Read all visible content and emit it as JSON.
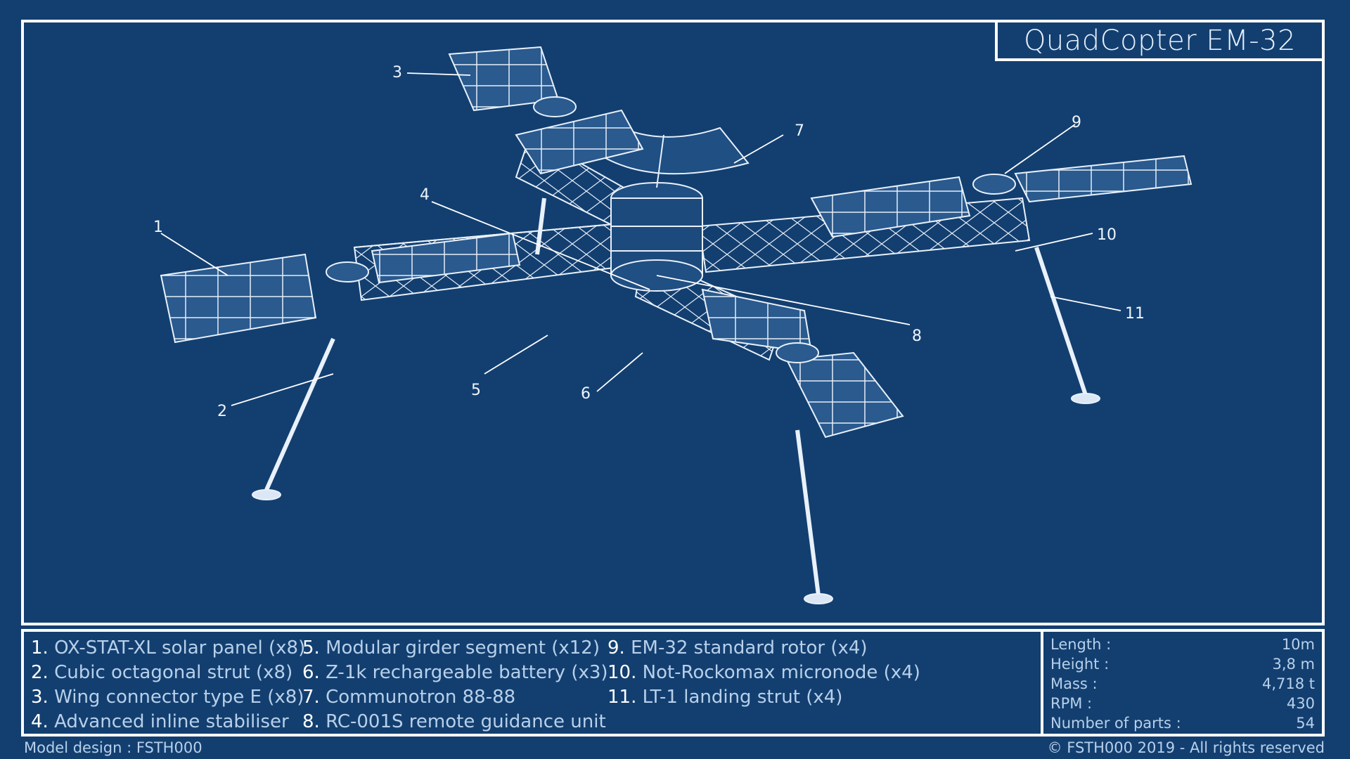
{
  "title": "QuadCopter EM-32",
  "callouts": [
    {
      "id": "1",
      "label": "1"
    },
    {
      "id": "2",
      "label": "2"
    },
    {
      "id": "3",
      "label": "3"
    },
    {
      "id": "4",
      "label": "4"
    },
    {
      "id": "5",
      "label": "5"
    },
    {
      "id": "6",
      "label": "6"
    },
    {
      "id": "7",
      "label": "7"
    },
    {
      "id": "8",
      "label": "8"
    },
    {
      "id": "9",
      "label": "9"
    },
    {
      "id": "10",
      "label": "10"
    },
    {
      "id": "11",
      "label": "11"
    }
  ],
  "legend": {
    "col1": [
      {
        "num": "1.",
        "text": "OX-STAT-XL solar panel (x8)"
      },
      {
        "num": "2.",
        "text": "Cubic octagonal strut (x8)"
      },
      {
        "num": "3.",
        "text": "Wing connector type E (x8)"
      },
      {
        "num": "4.",
        "text": "Advanced inline stabiliser"
      }
    ],
    "col2": [
      {
        "num": "5.",
        "text": "Modular girder segment (x12)"
      },
      {
        "num": "6.",
        "text": "Z-1k rechargeable battery (x3)"
      },
      {
        "num": "7.",
        "text": "Communotron 88-88"
      },
      {
        "num": "8.",
        "text": "RC-001S remote guidance unit"
      }
    ],
    "col3": [
      {
        "num": "9.",
        "text": "EM-32 standard rotor (x4)"
      },
      {
        "num": "10.",
        "text": "Not-Rockomax micronode (x4)"
      },
      {
        "num": "11.",
        "text": " LT-1 landing strut (x4)"
      }
    ]
  },
  "specs": [
    {
      "label": "Length :",
      "value": "10m"
    },
    {
      "label": "Height :",
      "value": "3,8 m"
    },
    {
      "label": "Mass :",
      "value": "4,718 t"
    },
    {
      "label": "RPM :",
      "value": "430"
    },
    {
      "label": "Number of parts :",
      "value": "54"
    }
  ],
  "footer": {
    "left": "Model design : FSTH000",
    "right": "© FSTH000 2019 - All rights reserved"
  },
  "colors": {
    "background": "#133f70",
    "line": "#ffffff"
  }
}
